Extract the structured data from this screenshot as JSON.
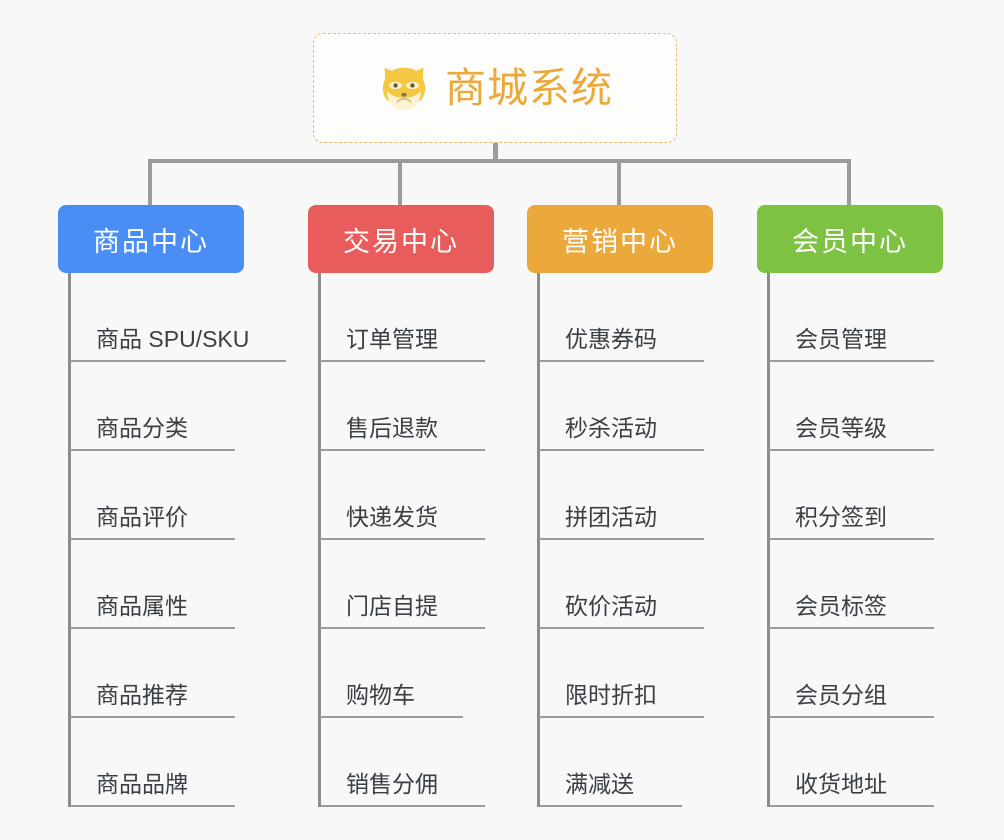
{
  "root": {
    "title": "商城系统",
    "icon": "shiba-dog-face-icon",
    "border_color": "#e8b96a",
    "text_color": "#eba93c"
  },
  "canvas": {
    "background": "#f8f8f8",
    "connector_color": "#9b9b9b",
    "rule_color": "#9b9b9b"
  },
  "columns": [
    {
      "title": "商品中心",
      "color": "#4a8ef5",
      "items": [
        "商品 SPU/SKU",
        "商品分类",
        "商品评价",
        "商品属性",
        "商品推荐",
        "商品品牌"
      ]
    },
    {
      "title": "交易中心",
      "color": "#e85c5c",
      "items": [
        "订单管理",
        "售后退款",
        "快递发货",
        "门店自提",
        "购物车",
        "销售分佣"
      ]
    },
    {
      "title": "营销中心",
      "color": "#eba93c",
      "items": [
        "优惠券码",
        "秒杀活动",
        "拼团活动",
        "砍价活动",
        "限时折扣",
        "满减送"
      ]
    },
    {
      "title": "会员中心",
      "color": "#7dc242",
      "items": [
        "会员管理",
        "会员等级",
        "积分签到",
        "会员标签",
        "会员分组",
        "收货地址"
      ]
    }
  ]
}
